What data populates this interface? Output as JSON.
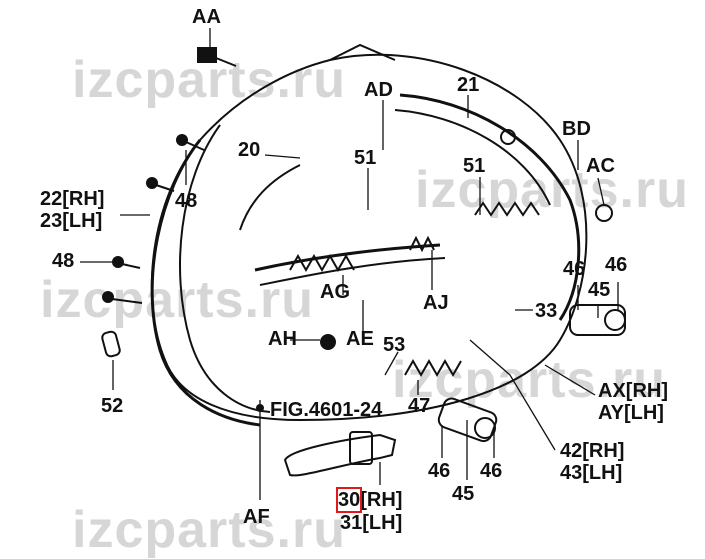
{
  "watermark": "izcparts.ru",
  "figure_ref": "FIG.4601-24",
  "highlight_color": "#e0191c",
  "labels": {
    "aa": "AA",
    "l21": "21",
    "ad": "AD",
    "bd": "BD",
    "ac": "AC",
    "l20": "20",
    "l51a": "51",
    "l51b": "51",
    "l22": "22[RH]",
    "l23": "23[LH]",
    "l48a": "48",
    "l48b": "48",
    "l46a": "46",
    "l46b": "46",
    "l45a": "45",
    "ag": "AG",
    "aj": "AJ",
    "l33": "33",
    "ae": "AE",
    "ah": "AH",
    "l53": "53",
    "l52": "52",
    "l47": "47",
    "ax": "AX[RH]",
    "ay": "AY[LH]",
    "l46c": "46",
    "l45b": "45",
    "l46d": "46",
    "l42": "42[RH]",
    "l43": "43[LH]",
    "af": "AF",
    "l30": "30",
    "l30suffix": "[RH]",
    "l31": "31[LH]"
  }
}
